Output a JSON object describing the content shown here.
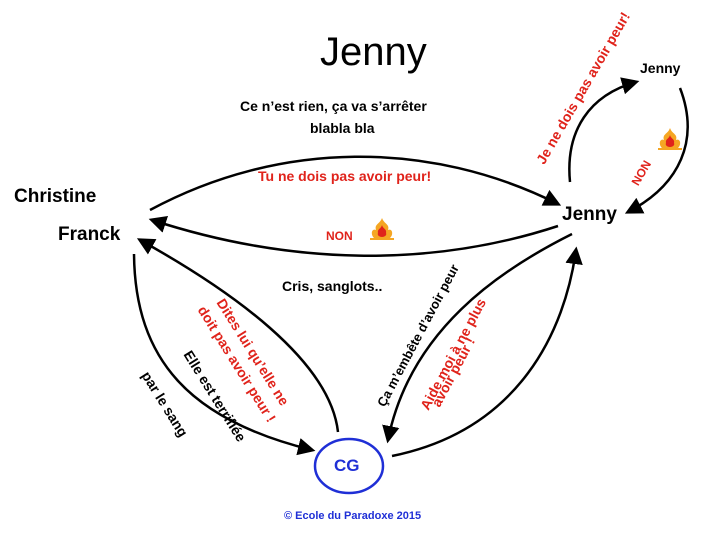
{
  "title": "Jenny",
  "nodes": {
    "christine": "Christine",
    "franck": "Franck",
    "jenny_main": "Jenny",
    "jenny_top": "Jenny",
    "cg": "CG"
  },
  "labels": {
    "ce_nest_rien_1": "Ce n’est rien, ça va s’arrêter",
    "ce_nest_rien_2": "blabla bla",
    "tu_ne_dois": "Tu ne dois pas avoir peur!",
    "non_left": "NON",
    "cris": "Cris, sanglots..",
    "je_ne_dois": "Je ne dois pas avoir peur!",
    "non_right": "NON",
    "dites_1": "Dites lui qu’elle ne",
    "dites_2": "doit pas avoir peur !",
    "elle_1": "Elle est terrifiée",
    "elle_2": "par le sang",
    "ca_embete": "Ça m’embête d’avoir peur",
    "aide_1": "Aide moi à ne plus",
    "aide_2": "avoir peur !"
  },
  "copyright": "© Ecole du Paradoxe 2015",
  "colors": {
    "red": "#e0231b",
    "blue": "#1f2fd6",
    "black": "#000000"
  },
  "icons": [
    "fire-icon",
    "fire-icon"
  ]
}
